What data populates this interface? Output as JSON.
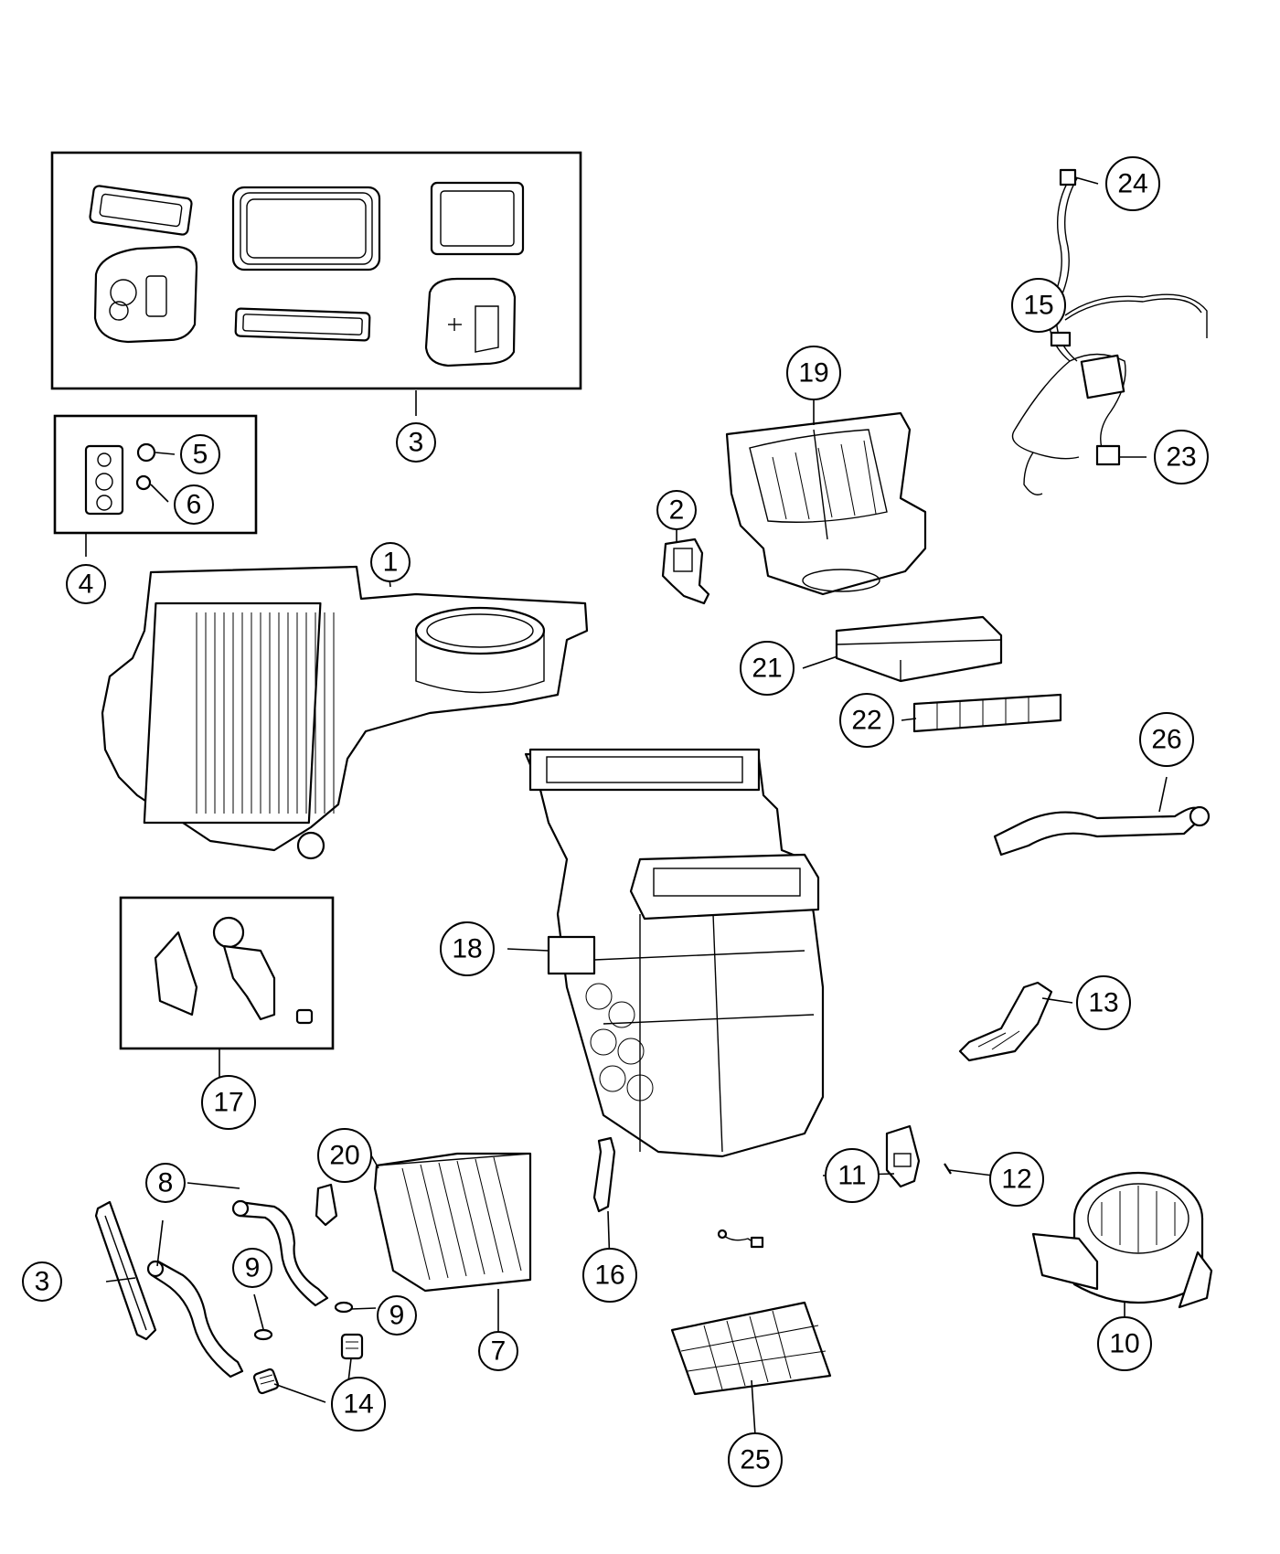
{
  "callouts": [
    {
      "id": "c1",
      "label": "1"
    },
    {
      "id": "c2",
      "label": "2"
    },
    {
      "id": "c3a",
      "label": "3"
    },
    {
      "id": "c3b",
      "label": "3"
    },
    {
      "id": "c4",
      "label": "4"
    },
    {
      "id": "c5",
      "label": "5"
    },
    {
      "id": "c6",
      "label": "6"
    },
    {
      "id": "c7",
      "label": "7"
    },
    {
      "id": "c8",
      "label": "8"
    },
    {
      "id": "c9a",
      "label": "9"
    },
    {
      "id": "c9b",
      "label": "9"
    },
    {
      "id": "c10",
      "label": "10"
    },
    {
      "id": "c11",
      "label": "11"
    },
    {
      "id": "c12",
      "label": "12"
    },
    {
      "id": "c13",
      "label": "13"
    },
    {
      "id": "c14",
      "label": "14"
    },
    {
      "id": "c15",
      "label": "15"
    },
    {
      "id": "c16",
      "label": "16"
    },
    {
      "id": "c17",
      "label": "17"
    },
    {
      "id": "c18",
      "label": "18"
    },
    {
      "id": "c19",
      "label": "19"
    },
    {
      "id": "c20",
      "label": "20"
    },
    {
      "id": "c21",
      "label": "21"
    },
    {
      "id": "c22",
      "label": "22"
    },
    {
      "id": "c23",
      "label": "23"
    },
    {
      "id": "c24",
      "label": "24"
    },
    {
      "id": "c25",
      "label": "25"
    },
    {
      "id": "c26",
      "label": "26"
    }
  ]
}
